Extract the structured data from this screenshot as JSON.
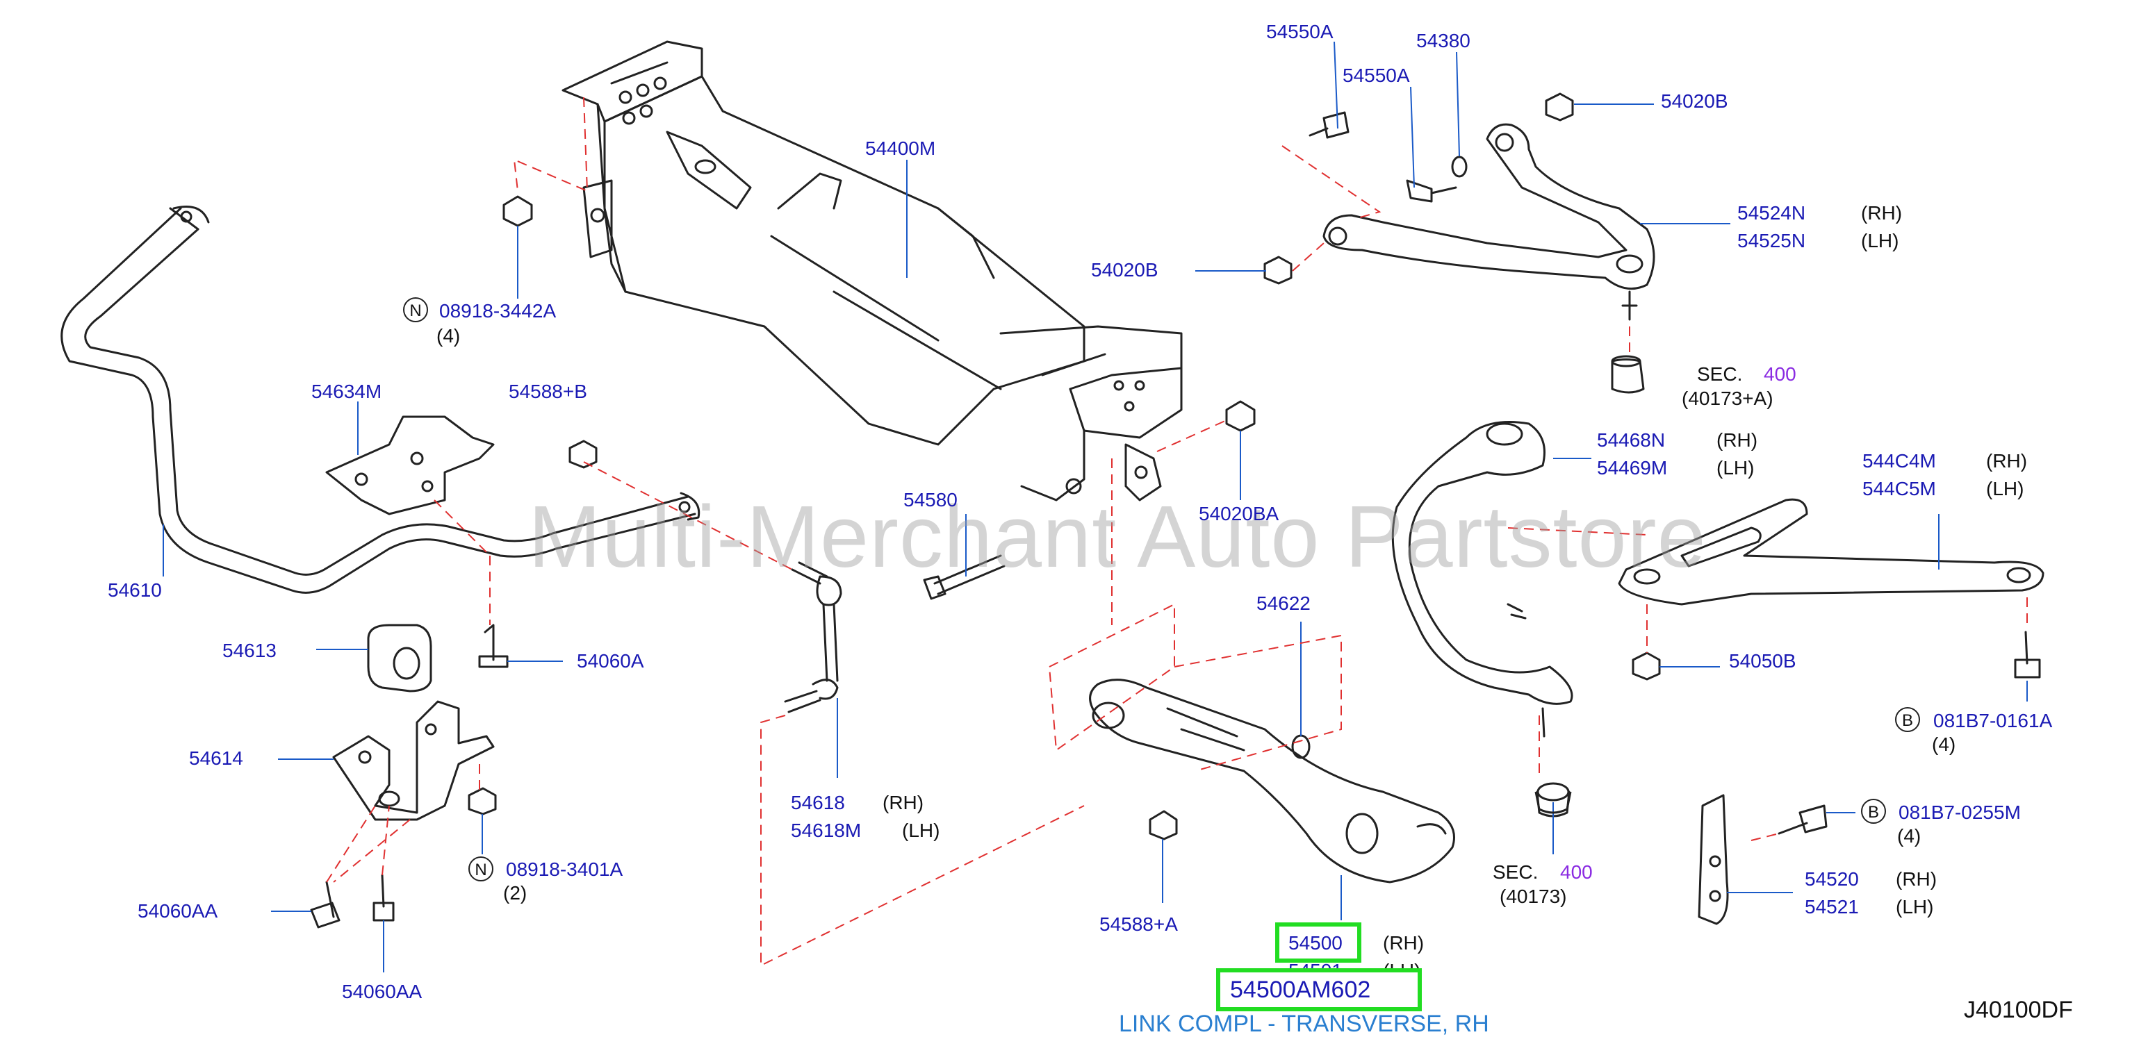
{
  "watermark": "Multi-Merchant Auto Partstore",
  "diagram_code": "J40100DF",
  "callouts": {
    "p54550A_top": "54550A",
    "p54380": "54380",
    "p54550A_mid": "54550A",
    "p54020B_top": "54020B",
    "p54400M": "54400M",
    "p54524N": "54524N",
    "p54525N": "54525N",
    "p54020B_left": "54020B",
    "n08918_3442A": "08918-3442A",
    "n08918_3442A_qty": "(4)",
    "p54634M": "54634M",
    "p54588B": "54588+B",
    "p54580": "54580",
    "p54020BA": "54020BA",
    "sec400_top": "SEC.",
    "sec400_top_num": "400",
    "sec400_top_sub": "(40173+A)",
    "p54468N": "54468N",
    "p54469M": "54469M",
    "p544C4M": "544C4M",
    "p544C5M": "544C5M",
    "p54610": "54610",
    "p54613": "54613",
    "p54060A": "54060A",
    "p54622": "54622",
    "p54050B": "54050B",
    "b081B7_0161A": "081B7-0161A",
    "b081B7_0161A_qty": "(4)",
    "p54614": "54614",
    "p54618": "54618",
    "p54618M": "54618M",
    "b081B7_0255M": "081B7-0255M",
    "b081B7_0255M_qty": "(4)",
    "n08918_3401A": "08918-3401A",
    "n08918_3401A_qty": "(2)",
    "sec400_bot": "SEC.",
    "sec400_bot_num": "400",
    "sec400_bot_sub": "(40173)",
    "p54520": "54520",
    "p54521": "54521",
    "p54060AA_left": "54060AA",
    "p54588A": "54588+A",
    "p54500": "54500",
    "p54501": "54501",
    "p54060AA_bot": "54060AA"
  },
  "sides": {
    "rh": "(RH)",
    "lh": "(LH)"
  },
  "markers": {
    "n": "N",
    "b": "B"
  },
  "highlight": {
    "part_number": "54500AM602",
    "description": "LINK COMPL - TRANSVERSE, RH",
    "box_color": "#22dd22"
  }
}
